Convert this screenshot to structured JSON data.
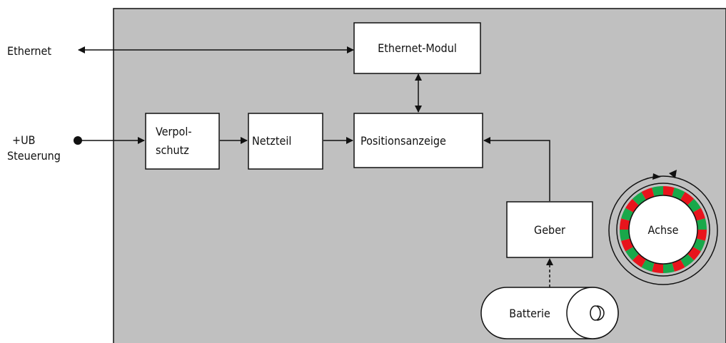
{
  "labels": {
    "ethernet": "Ethernet",
    "ub_line1": "+UB",
    "ub_line2": "Steuerung",
    "ethernet_modul": "Ethernet-Modul",
    "verpol_line1": "Verpol-",
    "verpol_line2": "schutz",
    "netzteil": "Netzteil",
    "positionsanzeige": "Positionsanzeige",
    "geber": "Geber",
    "batterie": "Batterie",
    "achse": "Achse"
  },
  "colors": {
    "panel_fill": "#c0c0c0",
    "outline": "#111111",
    "box_fill": "#ffffff",
    "ring_red": "#e8141c",
    "ring_green": "#19a84a"
  },
  "ring": {
    "segments": 24,
    "pattern": [
      "red",
      "green"
    ]
  }
}
